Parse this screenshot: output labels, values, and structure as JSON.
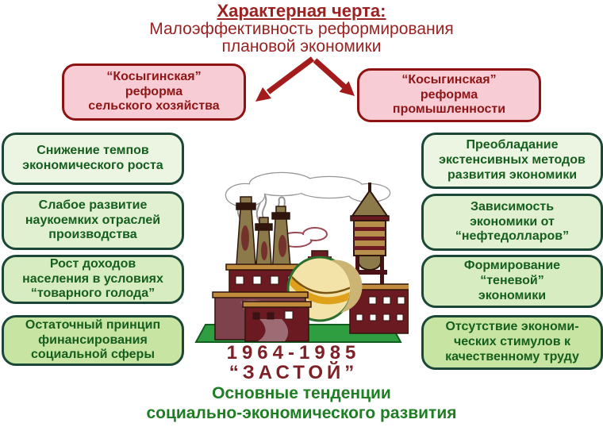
{
  "title": {
    "heading": "Характерная черта:",
    "sub1": "Малоэффективность реформирования",
    "sub2": "плановой экономики"
  },
  "reforms": {
    "left": "“Косыгинская”\nреформа\nсельского хозяйства",
    "right": "“Косыгинская”\nреформа\nпромышленности"
  },
  "factors": {
    "left": [
      "Снижение темпов\nэкономического роста",
      "Слабое развитие\nнаукоемких отраслей\nпроизводства",
      "Рост доходов\nнаселения в условиях\n“товарного голода”",
      "Остаточный принцип\nфинансирования\nсоциальной сферы"
    ],
    "right": [
      "Преобладание\nэкстенсивных методов\nразвития экономики",
      "Зависимость\nэкономики от\n“нефтедолларов”",
      "Формирование\n“теневой”\nэкономики",
      "Отсутствие экономи-\nческих стимулов к\nкачественному труду"
    ]
  },
  "center": {
    "years": "1964-1985",
    "era": "“ЗАСТОЙ”"
  },
  "footer": {
    "line1": "Основные тенденции",
    "line2": "социально-экономического развития"
  },
  "icons": {
    "factory": "factory-illustration",
    "arrow": "red-arrow"
  },
  "colors": {
    "title_red": "#9c2121",
    "pink_fill": "#f8ccd5",
    "pink_border": "#8e1212",
    "green_border": "#1b4736",
    "green_text": "#155e1e",
    "green_fill_light": "#ecf5e2",
    "green_fill_dark": "#c7e4a2",
    "arrow_red": "#a31b1b",
    "era_maroon": "#7d2127",
    "footer_green": "#1f7d24"
  }
}
